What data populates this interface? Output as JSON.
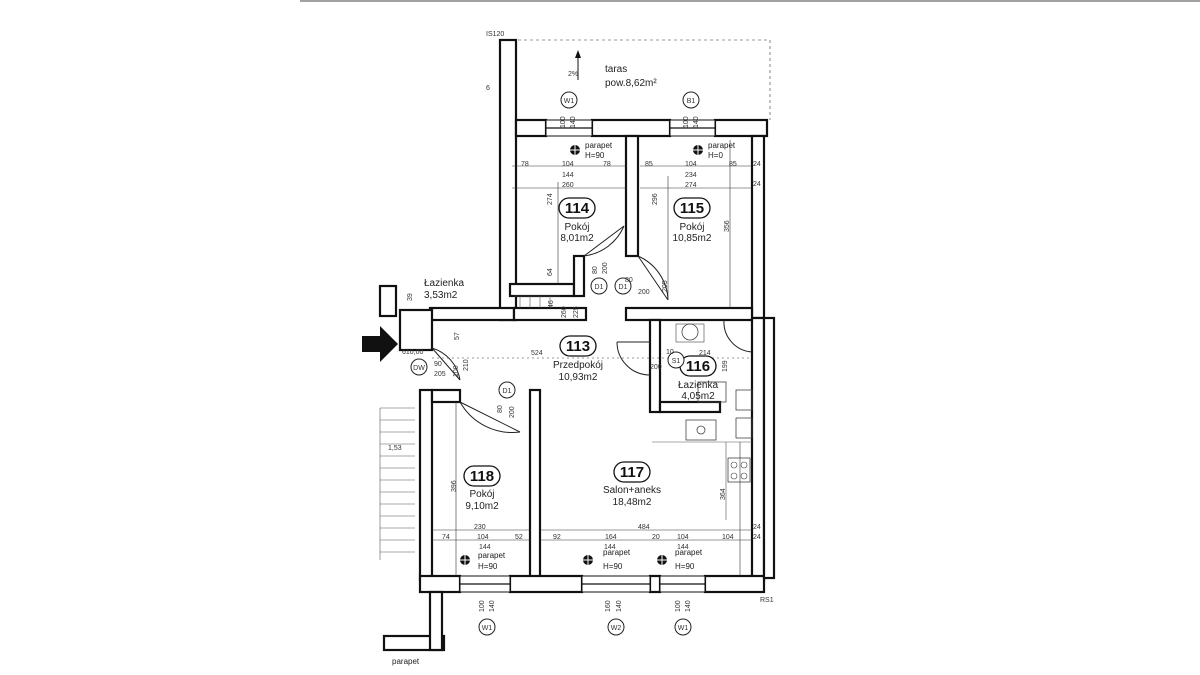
{
  "rooms": [
    {
      "number": "114",
      "name": "Pokój",
      "area": "8,01m2"
    },
    {
      "number": "115",
      "name": "Pokój",
      "area": "10,85m2"
    },
    {
      "number": "113",
      "name": "Przedpokój",
      "area": "10,93m2"
    },
    {
      "number": "116",
      "name": "Łazienka",
      "area": "4,05m2"
    },
    {
      "number": "118",
      "name": "Pokój",
      "area": "9,10m2"
    },
    {
      "number": "117",
      "name": "Salon+aneks",
      "area": "18,48m2"
    }
  ],
  "terrace": {
    "name": "taras",
    "area": "pow.8,62m²",
    "slope": "2%"
  },
  "neighbor_bathroom": {
    "name": "Łazienka",
    "area": "3,53m2"
  },
  "window_tags": [
    "W1",
    "B1",
    "W1",
    "W2",
    "W1"
  ],
  "door_tags": [
    "D1",
    "D1",
    "D1",
    "S1",
    "DW"
  ],
  "parapets": [
    {
      "label": "parapet",
      "height": "H=90"
    },
    {
      "label": "parapet",
      "height": "H=0"
    },
    {
      "label": "parapet",
      "height": "H=90"
    },
    {
      "label": "parapet",
      "height": "H=90"
    },
    {
      "label": "parapet",
      "height": "H=90"
    },
    {
      "label": "parapet"
    }
  ],
  "dimensions": {
    "r114_top": [
      "78",
      "104",
      "78",
      "144",
      "260"
    ],
    "r115_top": [
      "85",
      "104",
      "85",
      "234",
      "274"
    ],
    "r114_side": "274",
    "r115_side": "296",
    "r115_right": "356",
    "r114_small": "64",
    "door_d1a": [
      "80",
      "200"
    ],
    "door_d1b": [
      "80",
      "200"
    ],
    "hall_misc": [
      "46",
      "260",
      "225",
      "205"
    ],
    "entry": [
      "610,00",
      "90",
      "205",
      "57",
      "100",
      "210",
      "39"
    ],
    "hall_width": "524",
    "bath116": [
      "214",
      "10",
      "200",
      "199"
    ],
    "door_d1c": [
      "80",
      "200"
    ],
    "r118_side": "396",
    "r117_side": "364",
    "bottom_a": [
      "230",
      "74",
      "104",
      "52",
      "144"
    ],
    "bottom_b": [
      "92",
      "164",
      "20",
      "104",
      "104",
      "144",
      "144",
      "484"
    ],
    "window_heights": [
      "100",
      "140",
      "160",
      "140",
      "100",
      "140"
    ],
    "top_window_dims": [
      "100",
      "140",
      "100",
      "140"
    ],
    "right_marks": [
      "24",
      "24",
      "24",
      "24"
    ],
    "corner_marks": [
      "IS120",
      "RS1"
    ],
    "stair_mark": "1,53",
    "left_mark": "6"
  }
}
